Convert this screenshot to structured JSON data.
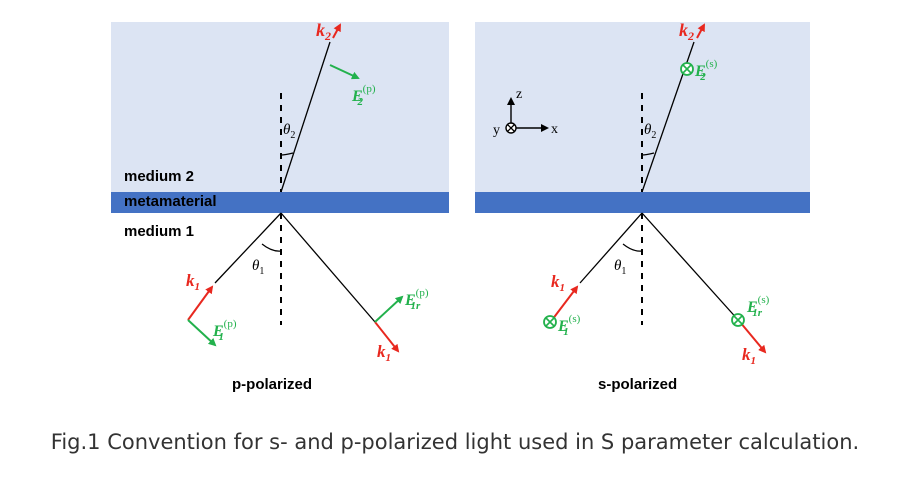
{
  "colors": {
    "medium2_bg": "#dce4f3",
    "metamaterial": "#4472c4",
    "wave_vector": "#e8281f",
    "e_field": "#22b14c",
    "ray": "#000000"
  },
  "layers": {
    "medium2": "medium 2",
    "metamaterial": "metamaterial",
    "medium1": "medium 1"
  },
  "panels": [
    {
      "id": "p",
      "label": "p-polarized",
      "k2": "k",
      "k2_sub": "2",
      "E2": "E",
      "E2_sup": "(p)",
      "E2_sub": "2",
      "theta2": "θ",
      "theta2_sub": "2",
      "theta1": "θ",
      "theta1_sub": "1",
      "k1_in": "k",
      "k1_in_sub": "1",
      "E1": "E",
      "E1_sup": "(p)",
      "E1_sub": "1",
      "E1r": "E",
      "E1r_sup": "(p)",
      "E1r_sub": "1r",
      "k1_out": "k",
      "k1_out_sub": "1"
    },
    {
      "id": "s",
      "label": "s-polarized",
      "k2": "k",
      "k2_sub": "2",
      "E2": "E",
      "E2_sup": "(s)",
      "E2_sub": "2",
      "theta2": "θ",
      "theta2_sub": "2",
      "theta1": "θ",
      "theta1_sub": "1",
      "k1_in": "k",
      "k1_in_sub": "1",
      "E1": "E",
      "E1_sup": "(s)",
      "E1_sub": "1",
      "E1r": "E",
      "E1r_sup": "(s)",
      "E1r_sub": "1r",
      "k1_out": "k",
      "k1_out_sub": "1"
    }
  ],
  "axes": {
    "z": "z",
    "y": "y",
    "x": "x"
  },
  "caption": "Fig.1 Convention for s- and p-polarized light used in S parameter calculation."
}
